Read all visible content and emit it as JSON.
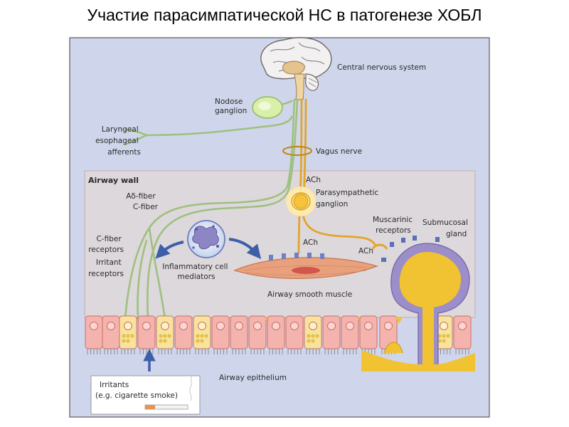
{
  "slide_title": "Участие парасимпатической НС в патогенезе ХОБЛ",
  "diagram": {
    "region_label": "Airway wall",
    "labels": {
      "cns": "Central nervous system",
      "nodose": [
        "Nodose",
        "ganglion"
      ],
      "laryngeal": [
        "Laryngeal",
        "esophageal",
        "afferents"
      ],
      "vagus": "Vagus nerve",
      "ach_top": "ACh",
      "ganglion": [
        "Parasympathetic",
        "ganglion"
      ],
      "fibers": [
        "Aδ-fiber",
        "C-fiber"
      ],
      "muscarinic": [
        "Muscarinic",
        "receptors"
      ],
      "submucosal": [
        "Submucosal",
        "gland"
      ],
      "cfiber_receptors": [
        "C-fiber",
        "receptors"
      ],
      "irritant_receptors": [
        "Irritant",
        "receptors"
      ],
      "inflammatory": [
        "Inflammatory cell",
        "mediators"
      ],
      "ach_muscle": "ACh",
      "ach_gland": "ACh",
      "smooth_muscle": "Airway smooth muscle",
      "epithelium": "Airway epithelium",
      "irritants": [
        "Irritants",
        "(e.g. cigarette smoke)"
      ]
    },
    "colors": {
      "panel_bg": "#cfd6ec",
      "airway_bg": "#dcd8dc",
      "afferent": "#9fc07e",
      "efferent": "#e3a52a",
      "epithelial_cell": "#f4b3ad",
      "goblet_cell": "#f7e39c",
      "gland_wall": "#9c8ec8",
      "mucus": "#f1c232",
      "muscle": "#e8a17c",
      "mediator_cell": "#8e86c4",
      "arrow": "#3d5fa8"
    }
  }
}
